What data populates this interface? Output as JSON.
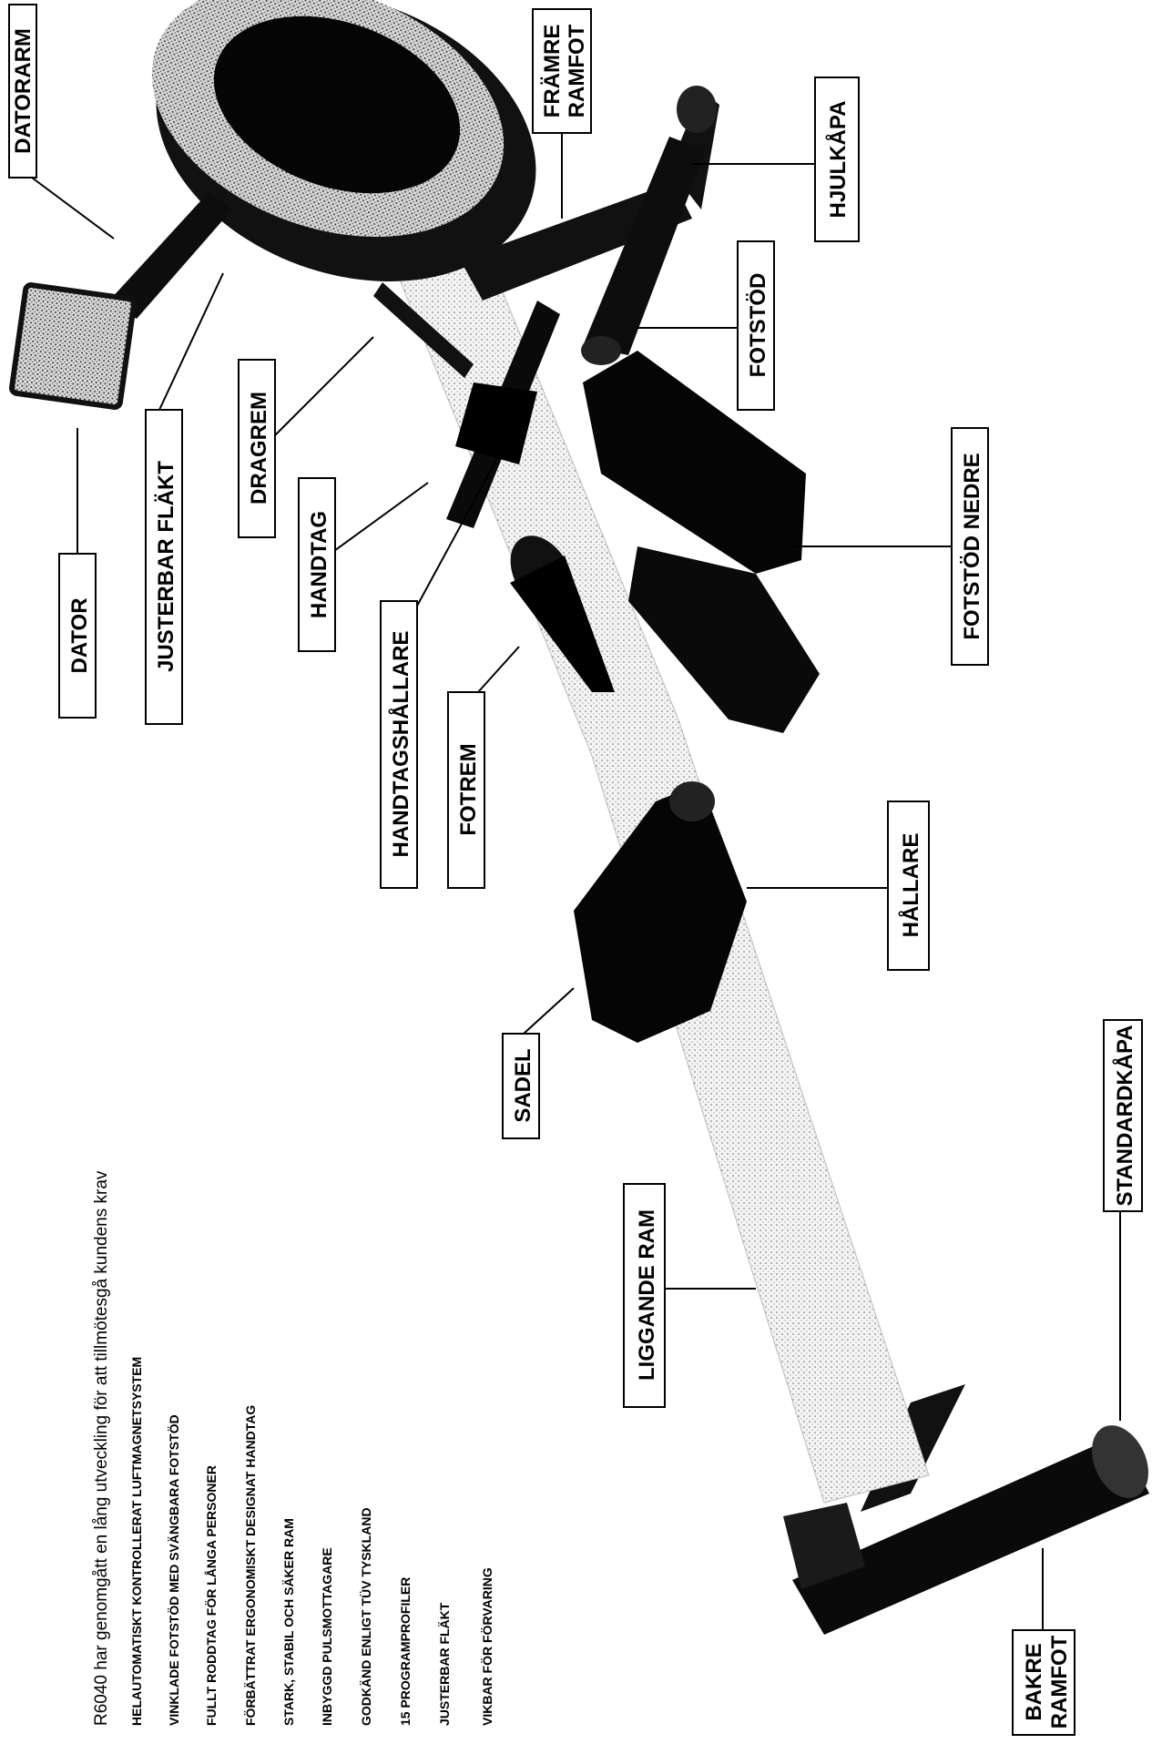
{
  "intro": "R6040 har genomgått en lång utveckling för att tillmötesgå kundens krav",
  "features": [
    "HELAUTOMATISKT KONTROLLERAT LUFTMAGNETSYSTEM",
    "VINKLADE FOTSTÖD MED SVÄNGBARA FOTSTÖD",
    "FULLT RODDTAG FÖR LÅNGA PERSONER",
    "FÖRBÄTTRAT ERGONOMISKT DESIGNAT HANDTAG",
    "STARK, STABIL OCH SÄKER RAM",
    "INBYGGD PULSMOTTAGARE",
    "GODKÄND ENLIGT TÜV TYSKLAND",
    "15 PROGRAMPROFILER",
    "JUSTERBAR FLÄKT",
    "VIKBAR FÖR FÖRVARING"
  ],
  "labels": {
    "datorarm": "DATORARM",
    "framre_ramfot_1": "FRÄMRE",
    "framre_ramfot_2": "RAMFOT",
    "hjulkapa": "HJULKÅPA",
    "fotstod": "FOTSTÖD",
    "dator": "DATOR",
    "justerbar_flakt": "JUSTERBAR FLÄKT",
    "dragrem": "DRAGREM",
    "handtag": "HANDTAG",
    "fotstod_nedre": "FOTSTÖD NEDRE",
    "handtagshallare": "HANDTAGSHÅLLARE",
    "fotrem": "FOTREM",
    "hallare": "HÅLLARE",
    "sadel": "SADEL",
    "liggande_ram": "LIGGANDE RAM",
    "standardkapa": "STANDARDKÅPA",
    "bakre_ramfot_1": "BAKRE",
    "bakre_ramfot_2": "RAMFOT"
  }
}
